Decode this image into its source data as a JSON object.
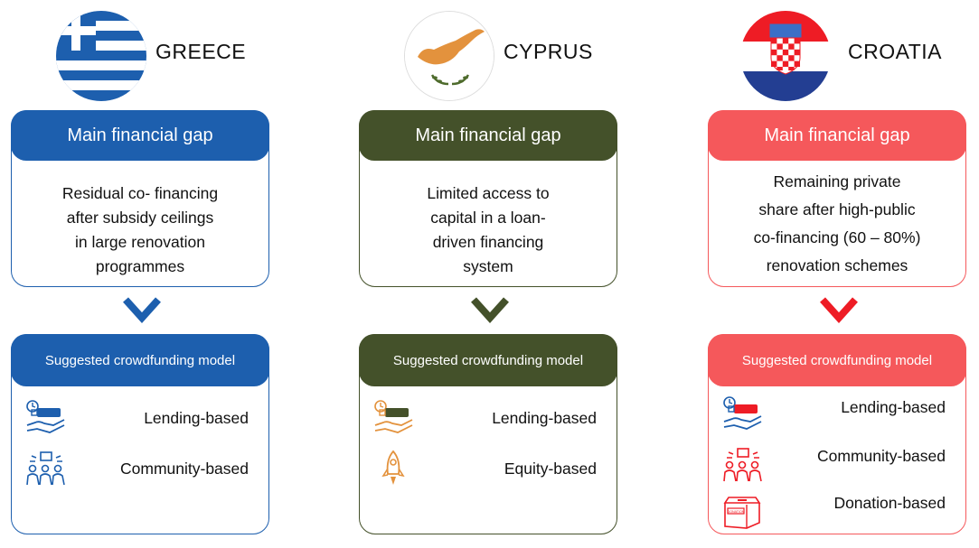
{
  "colors": {
    "greece": "#1d5fae",
    "cyprus": "#44512a",
    "croatia": "#f5585b"
  },
  "columns": [
    {
      "country": "GREECE",
      "flag_icon": "greece-flag-icon",
      "gap_header": "Main financial gap",
      "gap_lines": [
        "Residual co- financing",
        "after subsidy ceilings",
        "in large renovation",
        "programmes"
      ],
      "model_header": "Suggested crowdfunding model",
      "models": [
        {
          "label": "Lending-based",
          "icon": "lending-icon"
        },
        {
          "label": "Community-based",
          "icon": "community-icon"
        }
      ]
    },
    {
      "country": "CYPRUS",
      "flag_icon": "cyprus-flag-icon",
      "gap_header": "Main financial gap",
      "gap_lines": [
        "Limited access to",
        "capital in a loan-",
        "driven financing",
        "system"
      ],
      "model_header": "Suggested crowdfunding model",
      "models": [
        {
          "label": "Lending-based",
          "icon": "lending-icon"
        },
        {
          "label": "Equity-based",
          "icon": "rocket-icon"
        }
      ]
    },
    {
      "country": "CROATIA",
      "flag_icon": "croatia-flag-icon",
      "gap_header": "Main financial gap",
      "gap_lines": [
        "Remaining private",
        "share after high-public",
        "co-financing (60 – 80%)",
        "renovation schemes"
      ],
      "model_header": "Suggested crowdfunding model",
      "models": [
        {
          "label": "Lending-based",
          "icon": "lending-icon"
        },
        {
          "label": "Community-based",
          "icon": "community-icon"
        },
        {
          "label": "Donation-based",
          "icon": "donation-box-icon"
        }
      ],
      "donation_box_text": "DONATION"
    }
  ]
}
